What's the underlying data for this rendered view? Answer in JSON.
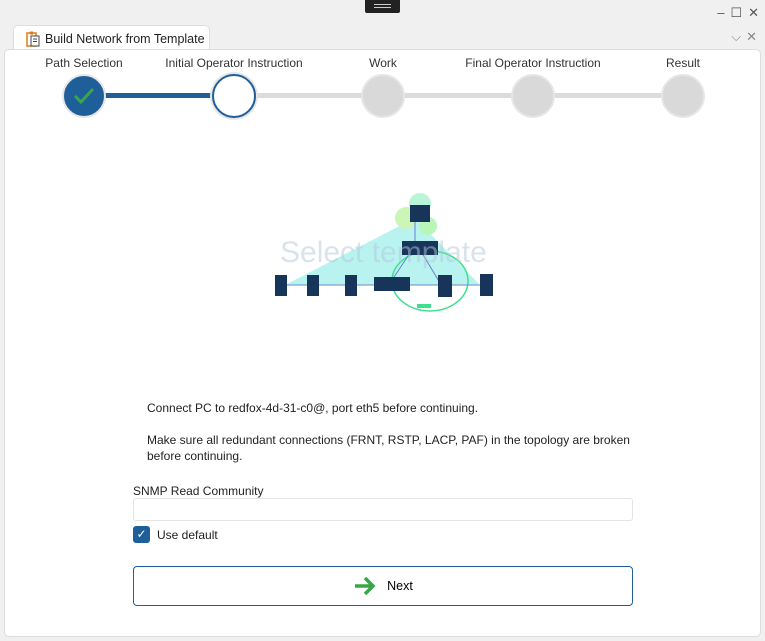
{
  "window": {
    "tab_title": "Build Network from Template",
    "minimize": "–",
    "maximize": "☐",
    "close": "✕",
    "tab_menu": "⌵",
    "tab_close": "✕"
  },
  "steps": [
    {
      "label": "Path Selection",
      "state": "done"
    },
    {
      "label": "Initial Operator Instruction",
      "state": "current"
    },
    {
      "label": "Work",
      "state": "pending"
    },
    {
      "label": "Final Operator Instruction",
      "state": "pending"
    },
    {
      "label": "Result",
      "state": "pending"
    }
  ],
  "colors": {
    "accent": "#1f5f99",
    "check": "#3aa64a",
    "pending": "#d9d9d9"
  },
  "preview": {
    "watermark": "Select template"
  },
  "instructions": {
    "line1": "Connect PC to redfox-4d-31-c0@, port eth5 before continuing.",
    "line2": "Make sure all redundant connections (FRNT, RSTP, LACP, PAF) in the topology are broken before continuing."
  },
  "snmp": {
    "label": "SNMP Read Community",
    "value": "",
    "use_default_label": "Use default",
    "use_default": true
  },
  "next_label": "Next"
}
